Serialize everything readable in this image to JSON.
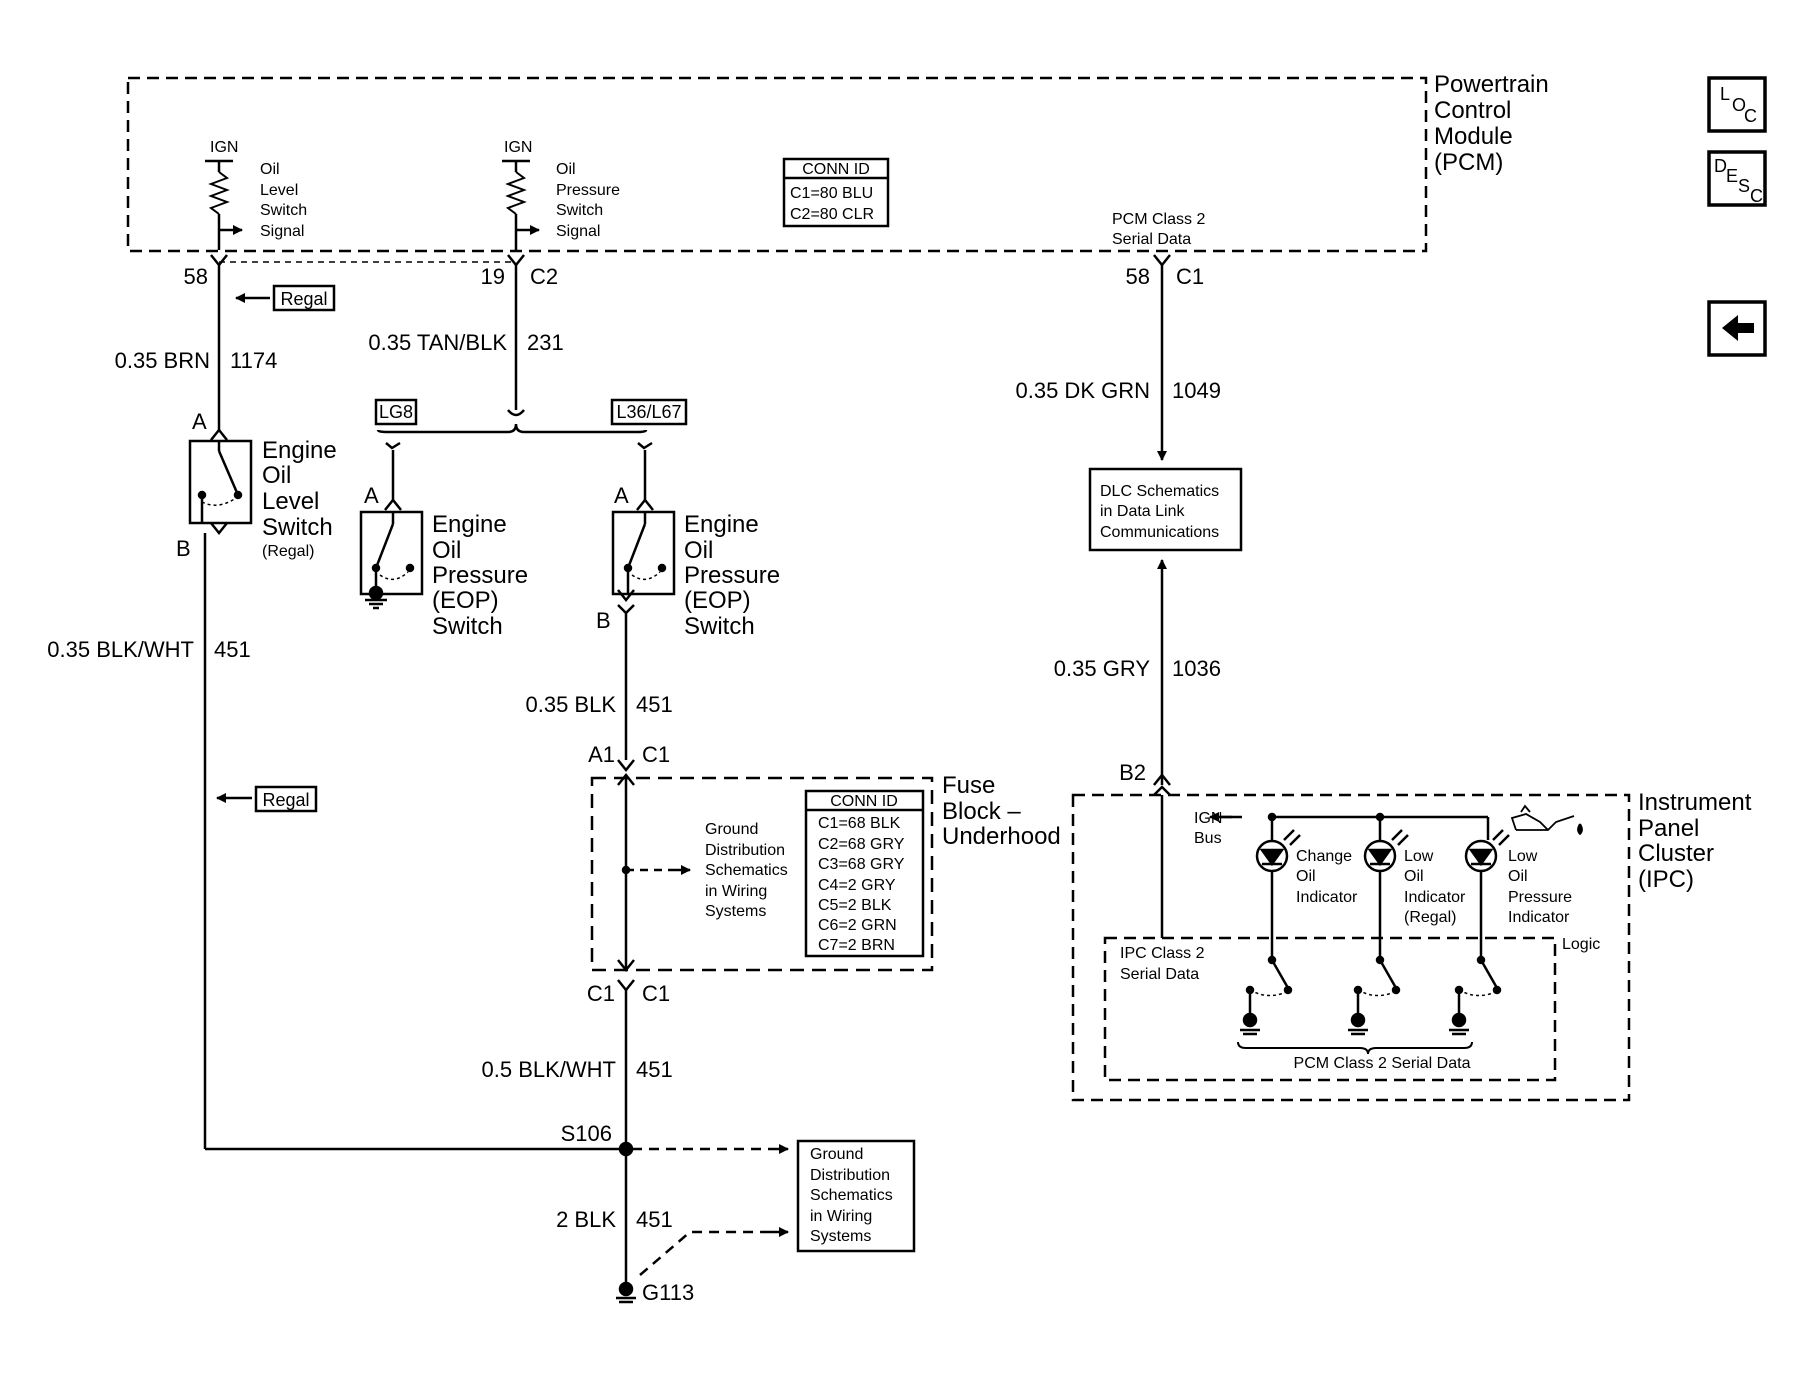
{
  "pcm": {
    "title_lines": [
      "Powertrain",
      "Control",
      "Module",
      "(PCM)"
    ],
    "ign_1": "IGN",
    "ign_2": "IGN",
    "oil_level_signal_lines": [
      "Oil",
      "Level",
      "Switch",
      "Signal"
    ],
    "oil_pressure_signal_lines": [
      "Oil",
      "Pressure",
      "Switch",
      "Signal"
    ],
    "conn_id": {
      "title": "CONN ID",
      "rows": [
        "C1=80 BLU",
        "C2=80 CLR"
      ]
    },
    "class2_lines": [
      "PCM Class 2",
      "Serial Data"
    ]
  },
  "pins": {
    "p58_left": "58",
    "p19": "19",
    "c2": "C2",
    "p58_right": "58",
    "c1_right": "C1"
  },
  "wires": {
    "w1174": {
      "color": "0.35 BRN",
      "circuit": "1174"
    },
    "w231": {
      "color": "0.35 TAN/BLK",
      "circuit": "231"
    },
    "w1049": {
      "color": "0.35 DK GRN",
      "circuit": "1049"
    },
    "w451_left": {
      "color": "0.35 BLK/WHT",
      "circuit": "451"
    },
    "w451_blk": {
      "color": "0.35 BLK",
      "circuit": "451"
    },
    "w451_fuse": {
      "color": "0.5 BLK/WHT",
      "circuit": "451"
    },
    "w451_ground": {
      "color": "2 BLK",
      "circuit": "451"
    },
    "w1036": {
      "color": "0.35 GRY",
      "circuit": "1036"
    }
  },
  "regal_tag_1": "Regal",
  "regal_tag_2": "Regal",
  "option_lg8": "LG8",
  "option_l36": "L36/L67",
  "level_switch": {
    "pin_a": "A",
    "pin_b": "B",
    "name_lines": [
      "Engine",
      "Oil",
      "Level",
      "Switch"
    ],
    "note": "(Regal)"
  },
  "eop_left": {
    "pin_a": "A",
    "name_lines": [
      "Engine",
      "Oil",
      "Pressure",
      "(EOP)",
      "Switch"
    ]
  },
  "eop_right": {
    "pin_a": "A",
    "pin_b": "B",
    "name_lines": [
      "Engine",
      "Oil",
      "Pressure",
      "(EOP)",
      "Switch"
    ]
  },
  "dlc_box_lines": [
    "DLC Schematics",
    "in Data Link",
    "Communications"
  ],
  "fuse_block": {
    "pin_a1": "A1",
    "pin_c1_top": "C1",
    "title_lines": [
      "Fuse",
      "Block –",
      "Underhood"
    ],
    "ground_ref_lines": [
      "Ground",
      "Distribution",
      "Schematics",
      "in Wiring",
      "Systems"
    ],
    "conn_id": {
      "title": "CONN ID",
      "rows": [
        "C1=68 BLK",
        "C2=68 GRY",
        "C3=68 GRY",
        "C4=2 GRY",
        "C5=2 BLK",
        "C6=2 GRN",
        "C7=2 BRN"
      ]
    },
    "pin_c1_bottom_left": "C1",
    "pin_c1_bottom_right": "C1"
  },
  "splice": "S106",
  "ground_box_lines": [
    "Ground",
    "Distribution",
    "Schematics",
    "in Wiring",
    "Systems"
  ],
  "ground": "G113",
  "ipc": {
    "pin_b2": "B2",
    "title_lines": [
      "Instrument",
      "Panel",
      "Cluster",
      "(IPC)"
    ],
    "ign_bus_lines": [
      "IGN",
      "Bus"
    ],
    "change_oil_lines": [
      "Change",
      "Oil",
      "Indicator"
    ],
    "low_oil_lines": [
      "Low",
      "Oil",
      "Indicator",
      "(Regal)"
    ],
    "low_oil_pressure_lines": [
      "Low",
      "Oil",
      "Pressure",
      "Indicator"
    ],
    "logic": "Logic",
    "class2_lines": [
      "IPC Class 2",
      "Serial Data"
    ],
    "pcm_class2": "PCM Class 2 Serial Data"
  },
  "nav": {
    "loc": {
      "l": "L",
      "o": "O",
      "c": "C"
    },
    "desc": {
      "d": "D",
      "e": "E",
      "s": "S",
      "c": "C"
    },
    "back_icon": "left-arrow-icon"
  }
}
